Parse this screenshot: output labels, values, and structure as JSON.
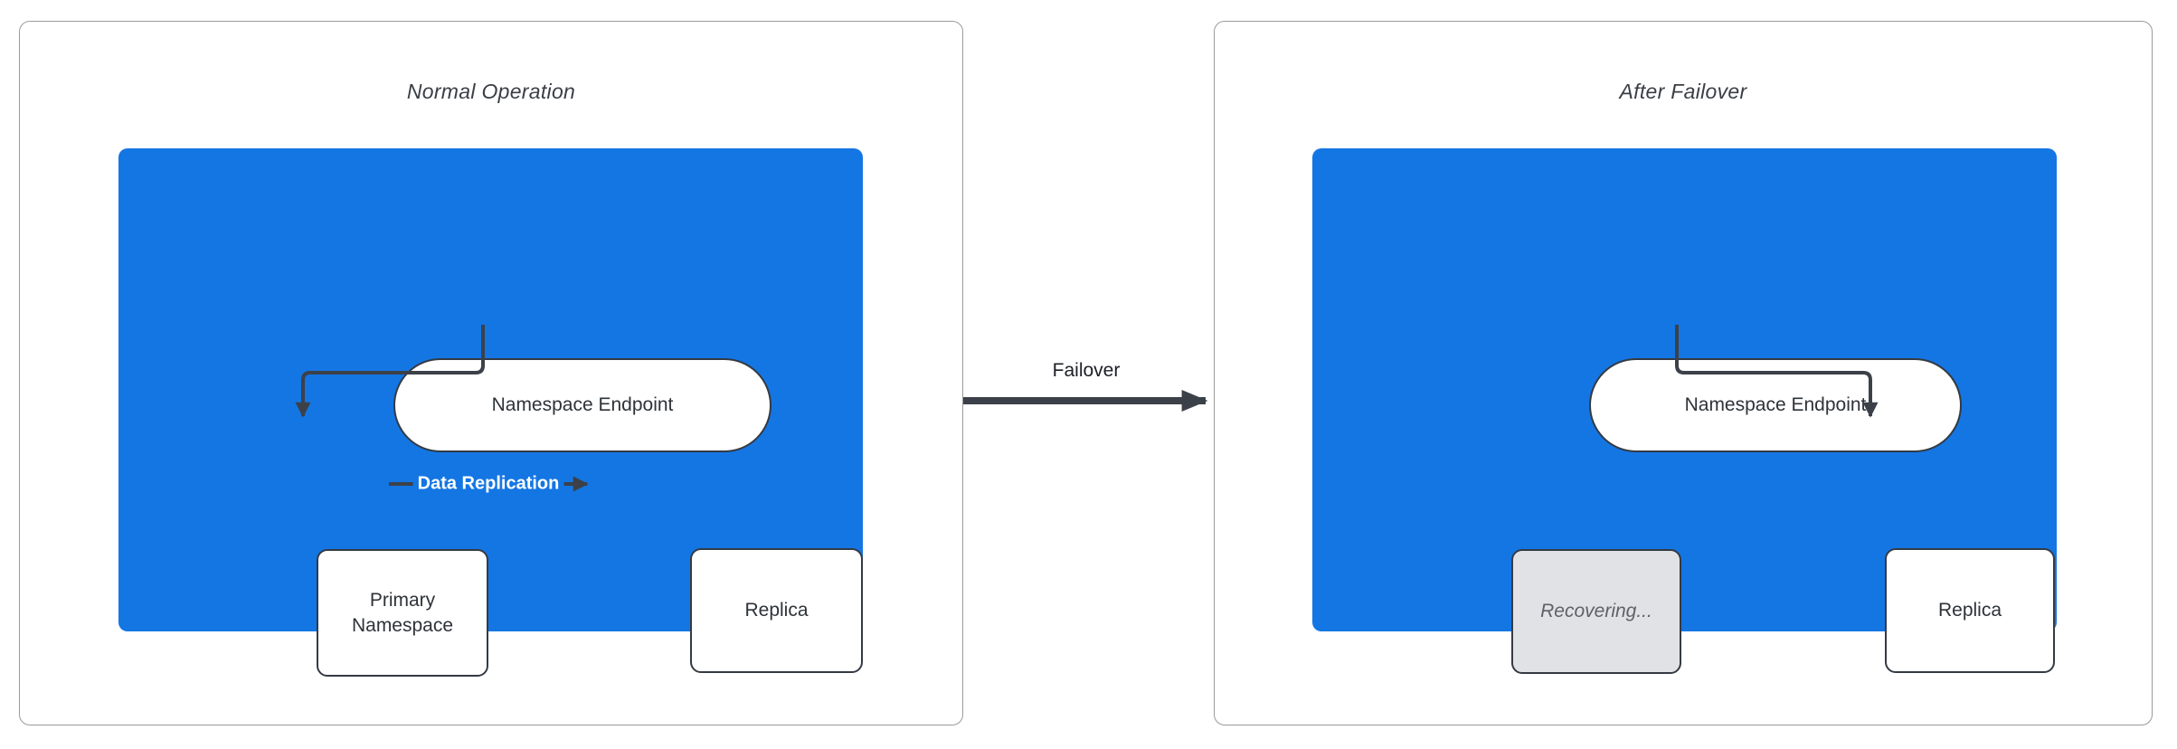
{
  "colors": {
    "blue": "#1476E3",
    "node-fill": "#ffffff",
    "node-border": "#343A43",
    "edge": "#3C4149",
    "panel-border": "#9A9A9A",
    "title-text": "#3A3F45",
    "node-text": "#2E3338",
    "recovering-fill": "#E1E2E5",
    "recovering-text": "#5D6169",
    "edge-label-text": "#ffffff",
    "connector-text": "#1B1F24"
  },
  "panels": [
    {
      "title": "Normal Operation",
      "nodes": {
        "endpoint": "Namespace Endpoint",
        "primary": "Primary Namespace",
        "replica": "Replica"
      },
      "edge_label": "Data Replication"
    },
    {
      "title": "After Failover",
      "nodes": {
        "endpoint": "Namespace Endpoint",
        "recovering": "Recovering...",
        "replica": "Replica"
      }
    }
  ],
  "connector": {
    "label": "Failover"
  }
}
